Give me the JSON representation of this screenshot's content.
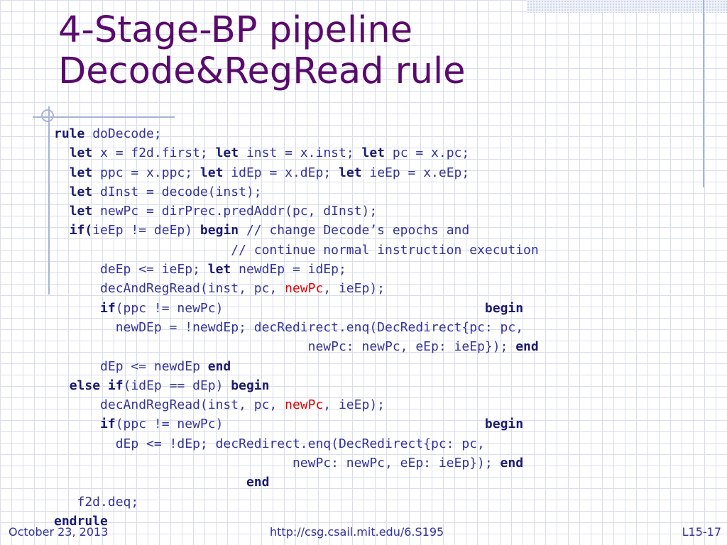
{
  "title": {
    "line1": "4-Stage-BP pipeline",
    "line2": "Decode&RegRead rule"
  },
  "code_lines": [
    [
      {
        "t": "rule",
        "k": 1
      },
      {
        "t": " doDecode;"
      }
    ],
    [
      {
        "t": "  "
      },
      {
        "t": "let",
        "k": 1
      },
      {
        "t": " x = f2d.first; "
      },
      {
        "t": "let",
        "k": 1
      },
      {
        "t": " inst = x.inst; "
      },
      {
        "t": "let",
        "k": 1
      },
      {
        "t": " pc = x.pc;"
      }
    ],
    [
      {
        "t": "  "
      },
      {
        "t": "let",
        "k": 1
      },
      {
        "t": " ppc = x.ppc; "
      },
      {
        "t": "let",
        "k": 1
      },
      {
        "t": " idEp = x.dEp; "
      },
      {
        "t": "let",
        "k": 1
      },
      {
        "t": " ieEp = x.eEp;"
      }
    ],
    [
      {
        "t": "  "
      },
      {
        "t": "let",
        "k": 1
      },
      {
        "t": " dInst = decode(inst);"
      }
    ],
    [
      {
        "t": "  "
      },
      {
        "t": "let",
        "k": 1
      },
      {
        "t": " newPc = dirPrec.predAddr(pc, dInst);"
      }
    ],
    [
      {
        "t": "  "
      },
      {
        "t": "if(",
        "k": 1
      },
      {
        "t": "ieEp != deEp) "
      },
      {
        "t": "begin",
        "k": 1
      },
      {
        "t": " // change Decode’s epochs and"
      }
    ],
    [
      {
        "t": "                       // continue normal instruction execution"
      }
    ],
    [
      {
        "t": "      deEp <= ieEp; "
      },
      {
        "t": "let",
        "k": 1
      },
      {
        "t": " newdEp = idEp;"
      }
    ],
    [
      {
        "t": "      decAndRegRead(inst, pc, "
      },
      {
        "t": "newPc",
        "h": 1
      },
      {
        "t": ", ieEp);"
      }
    ],
    [
      {
        "t": "      "
      },
      {
        "t": "if",
        "k": 1
      },
      {
        "t": "(ppc != newPc)                                  "
      },
      {
        "t": "begin",
        "k": 1
      }
    ],
    [
      {
        "t": "        newDEp = !newdEp; decRedirect.enq(DecRedirect{pc: pc,"
      }
    ],
    [
      {
        "t": "                                 newPc: newPc, eEp: ieEp}); "
      },
      {
        "t": "end",
        "k": 1
      }
    ],
    [
      {
        "t": "      dEp <= newdEp "
      },
      {
        "t": "end",
        "k": 1
      }
    ],
    [
      {
        "t": "  "
      },
      {
        "t": "else",
        "k": 1
      },
      {
        "t": " "
      },
      {
        "t": "if",
        "k": 1
      },
      {
        "t": "(idEp == dEp) "
      },
      {
        "t": "begin",
        "k": 1
      }
    ],
    [
      {
        "t": "      decAndRegRead(inst, pc, "
      },
      {
        "t": "newPc",
        "h": 1
      },
      {
        "t": ", ieEp);"
      }
    ],
    [
      {
        "t": "      "
      },
      {
        "t": "if",
        "k": 1
      },
      {
        "t": "(ppc != newPc)                                  "
      },
      {
        "t": "begin",
        "k": 1
      }
    ],
    [
      {
        "t": "        dEp <= !dEp; decRedirect.enq(DecRedirect{pc: pc,"
      }
    ],
    [
      {
        "t": "                               newPc: newPc, eEp: ieEp}); "
      },
      {
        "t": "end",
        "k": 1
      }
    ],
    [
      {
        "t": "                         "
      },
      {
        "t": "end",
        "k": 1
      }
    ],
    [
      {
        "t": "   f2d.deq;"
      }
    ],
    [
      {
        "t": "endrule",
        "k": 1
      }
    ]
  ],
  "footer": {
    "date": "October 23, 2013",
    "url": "http://csg.csail.mit.edu/6.S195",
    "slide": "L15-17"
  },
  "colors": {
    "title": "#5a0a6e",
    "code": "#333399",
    "highlight": "#e00000",
    "grid": "#d8deea"
  }
}
